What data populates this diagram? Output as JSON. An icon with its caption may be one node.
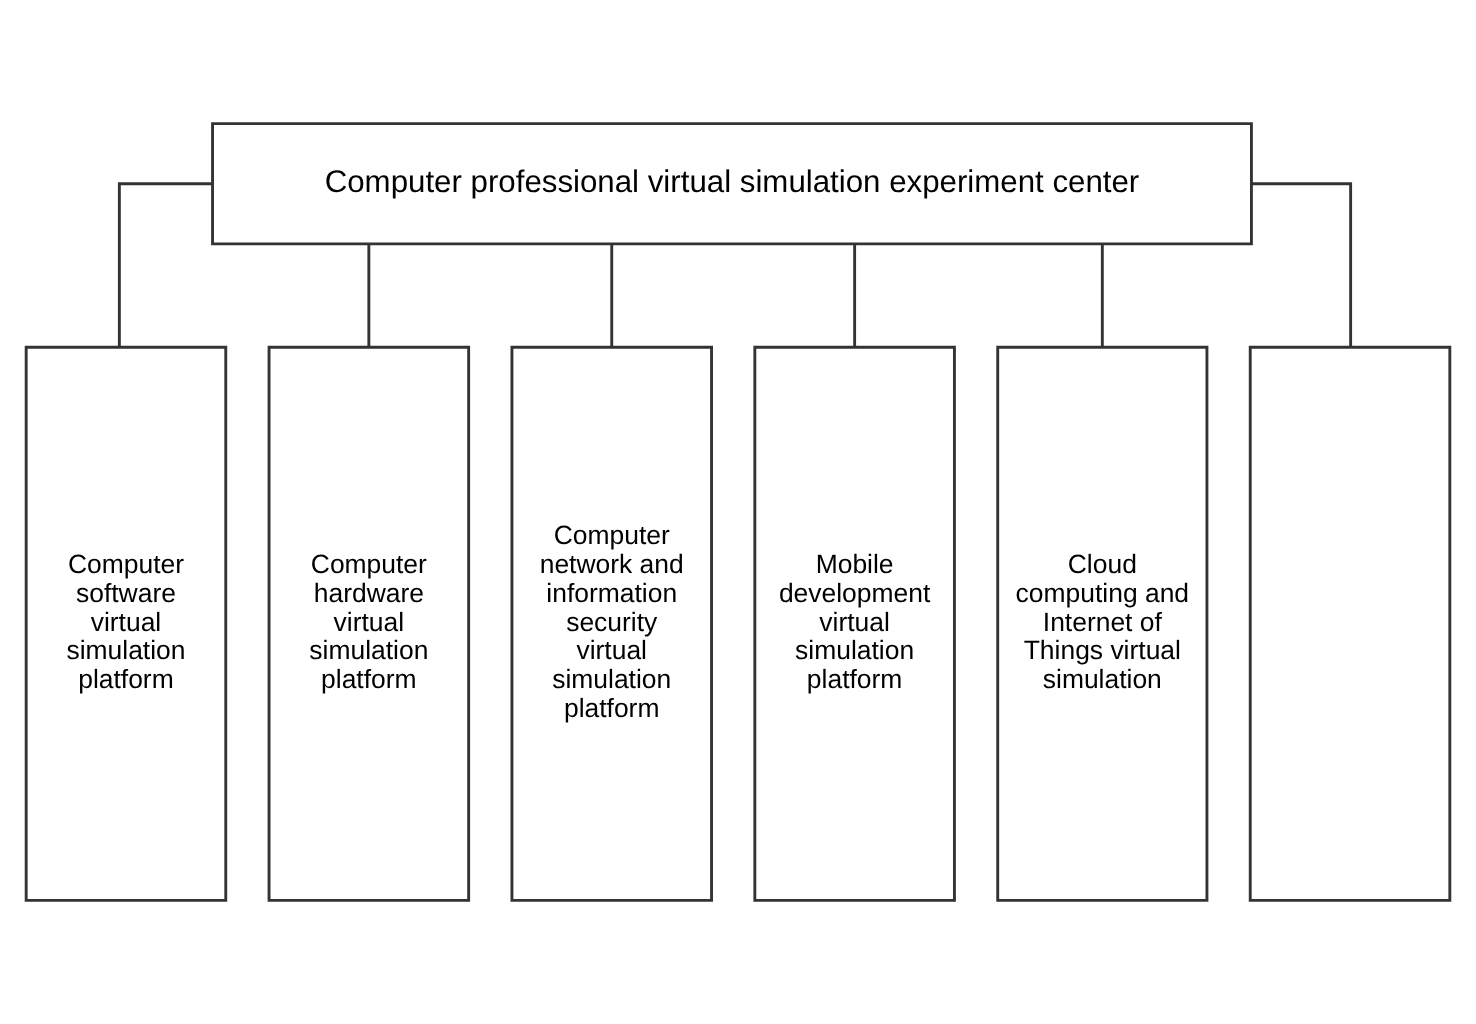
{
  "diagram": {
    "nodes": [
      {
        "text": [
          "Computer professional virtual simulation experiment center"
        ]
      },
      {
        "text": [
          "Computer software virtual simulation platform"
        ]
      },
      {
        "text": [
          "Computer hardware virtual simulation platform"
        ]
      },
      {
        "text": [
          "Computer network and information security virtual simulation platform"
        ]
      },
      {
        "text": [
          "Mobile development virtual simulation platform"
        ]
      },
      {
        "text": [
          "Cloud computing and Internet of Things virtual simulation"
        ]
      },
      {
        "text": [],
        "shape": "box"
      }
    ],
    "edges": [
      {
        "from": 0,
        "to": 1,
        "arrow": "none"
      },
      {
        "from": 0,
        "to": 2,
        "arrow": "none"
      },
      {
        "from": 0,
        "to": 3,
        "arrow": "none"
      },
      {
        "from": 0,
        "to": 4,
        "arrow": "none"
      },
      {
        "from": 0,
        "to": 5,
        "arrow": "none"
      },
      {
        "from": 0,
        "to": 6,
        "arrow": "none"
      }
    ]
  }
}
